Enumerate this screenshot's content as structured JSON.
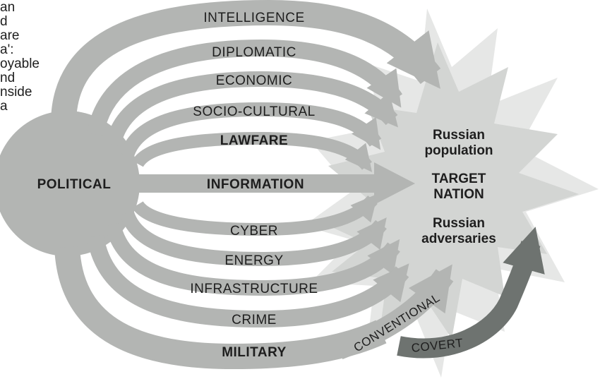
{
  "caption_fragment_lines": [
    "an",
    "d",
    "are",
    "a':",
    "oyable",
    "nd",
    "nside",
    "a"
  ],
  "hub_label": "POLITICAL",
  "center_label": "INFORMATION",
  "upper_channels": [
    "INTELLIGENCE",
    "DIPLOMATIC",
    "ECONOMIC",
    "SOCIO-CULTURAL",
    "LAWFARE"
  ],
  "lower_channels": [
    "CYBER",
    "ENERGY",
    "INFRASTRUCTURE",
    "CRIME",
    "MILITARY"
  ],
  "target": {
    "line1": "Russian",
    "line2": "population",
    "line3": "TARGET",
    "line4": "NATION",
    "line5": "Russian",
    "line6": "adversaries"
  },
  "military_branches": {
    "conventional": "CONVENTIONAL",
    "covert": "COVERT"
  },
  "colors": {
    "arrow": "#b3b5b3",
    "hub": "#b3b5b3",
    "starburst_back": "#e6e7e6",
    "starburst_front": "#d3d5d3",
    "covert_arrow": "#6e7370",
    "text": "#1e1e1e"
  }
}
